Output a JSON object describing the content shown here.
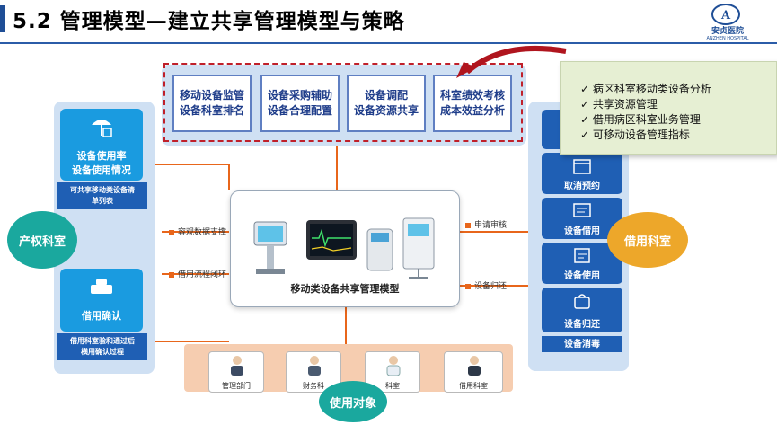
{
  "title": "5.2 管理模型—建立共享管理模型与策略",
  "logo": {
    "name": "安贞医院",
    "subtitle": "ANZHEN HOSPITAL",
    "icon": "hospital-logo-icon"
  },
  "top_boxes": [
    {
      "line1": "移动设备监管",
      "line2": "设备科室排名"
    },
    {
      "line1": "设备采购辅助",
      "line2": "设备合理配置"
    },
    {
      "line1": "设备调配",
      "line2": "设备资源共享"
    },
    {
      "line1": "科室绩效考核",
      "line2": "成本效益分析"
    }
  ],
  "callout": {
    "items": [
      "病区科室移动类设备分析",
      "共享资源管理",
      "借用病区科室业务管理",
      "可移动设备管理指标"
    ]
  },
  "left": {
    "card1": {
      "line1": "设备使用率",
      "line2": "设备使用情况"
    },
    "card1_note": {
      "line1": "可共享移动类设备清",
      "line2": "单列表"
    },
    "card2": {
      "label": "借用确认"
    },
    "card2_note": {
      "line1": "借用科室验和通过后",
      "line2": "横用确认过程"
    },
    "circle": "产权科室"
  },
  "right": {
    "cards": [
      "取消预约",
      "设备借用",
      "设备使用",
      "设备归还"
    ],
    "bottom_label": "设备消毒",
    "circle": "借用科室"
  },
  "center": {
    "label": "移动类设备共享管理模型"
  },
  "connectors": {
    "left1": "容观数据支撑",
    "left2": "借用流程闭环",
    "right1": "申请审核",
    "right2": "设备归还"
  },
  "bottom": {
    "persons": [
      "管理部门",
      "财务科",
      "科室",
      "借用科室"
    ],
    "circle": "使用对象"
  },
  "colors": {
    "accent_blue": "#1a9be0",
    "panel_blue": "#cfe0f3",
    "orange": "#e8661b",
    "teal": "#1aa89e",
    "gold": "#eda72a",
    "red_dash": "#c0202a"
  }
}
